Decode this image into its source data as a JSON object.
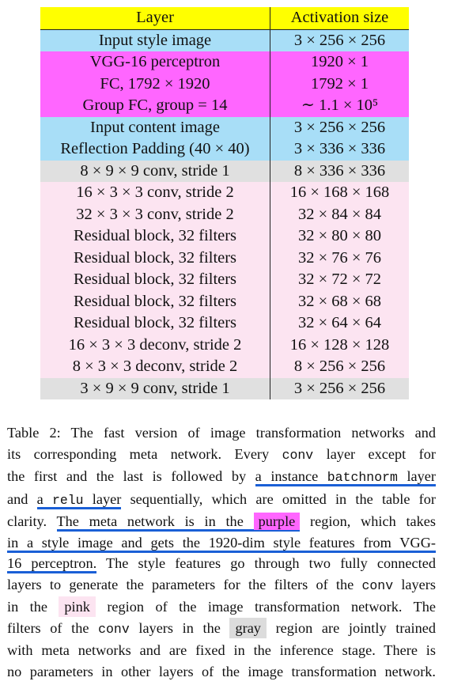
{
  "table": {
    "header": [
      "Layer",
      "Activation size"
    ],
    "rows": [
      {
        "layer": "Input style image",
        "size": "3 × 256 × 256",
        "region": "blue"
      },
      {
        "layer": "VGG-16 perceptron",
        "size": "1920 × 1",
        "region": "purple"
      },
      {
        "layer": "FC, 1792 × 1920",
        "size": "1792 × 1",
        "region": "purple"
      },
      {
        "layer": "Group FC, group = 14",
        "size": "∼ 1.1 × 10⁵",
        "region": "purple"
      },
      {
        "layer": "Input content image",
        "size": "3 × 256 × 256",
        "region": "blue"
      },
      {
        "layer": "Reflection Padding (40 × 40)",
        "size": "3 × 336 × 336",
        "region": "blue"
      },
      {
        "layer": "8 × 9 × 9 conv, stride 1",
        "size": "8 × 336 × 336",
        "region": "gray"
      },
      {
        "layer": "16 × 3 × 3 conv, stride 2",
        "size": "16 × 168 × 168",
        "region": "pink"
      },
      {
        "layer": "32 × 3 × 3 conv, stride 2",
        "size": "32 × 84 × 84",
        "region": "pink"
      },
      {
        "layer": "Residual block, 32 filters",
        "size": "32 × 80 × 80",
        "region": "pink"
      },
      {
        "layer": "Residual block, 32 filters",
        "size": "32 × 76 × 76",
        "region": "pink"
      },
      {
        "layer": "Residual block, 32 filters",
        "size": "32 × 72 × 72",
        "region": "pink"
      },
      {
        "layer": "Residual block, 32 filters",
        "size": "32 × 68 × 68",
        "region": "pink"
      },
      {
        "layer": "Residual block, 32 filters",
        "size": "32 × 64 × 64",
        "region": "pink"
      },
      {
        "layer": "16 × 3 × 3 deconv, stride 2",
        "size": "16 × 128 × 128",
        "region": "pink"
      },
      {
        "layer": "8 × 3 × 3 deconv, stride 2",
        "size": "8 × 256 × 256",
        "region": "pink"
      },
      {
        "layer": "3 × 9 × 9 conv, stride 1",
        "size": "3 × 256 × 256",
        "region": "gray"
      }
    ]
  },
  "caption": {
    "label": "Table 2:",
    "l1": "The fast version of image transformation networks and",
    "l2a": "its corresponding meta network.  Every",
    "conv": "conv",
    "l2b": "layer except for",
    "l3a": "the first and the last is followed by",
    "l3u": "a instance",
    "batchnorm": "batchnorm",
    "l3b": "layer",
    "l4a": "and",
    "l4u1": "a",
    "relu": "relu",
    "l4u2": "layer",
    "l4b": "sequentially, which are omitted in the table for",
    "l5a": "clarity.",
    "l5u1": "The meta network is in the",
    "purple": "purple",
    "l5b": "region, which takes",
    "l6u": "in a style image and gets the 1920-dim style features from VGG-",
    "l7u": "16 perceptron.",
    "l7b": "The style features go through two fully connected",
    "l8a": "layers to generate the parameters for the filters of the",
    "l8b": "layers",
    "l9a": "in the",
    "pink": "pink",
    "l9b": "region of the image transformation network.  The",
    "l10a": "filters of the",
    "l10b": "layers in the",
    "gray": "gray",
    "l10c": "region are jointly trained",
    "l11": "with meta networks and are fixed in the inference stage. There is",
    "l12": "no parameters in other layers of the image transformation network."
  },
  "colors": {
    "header": "#ffff00",
    "blue": "#a8def7",
    "purple": "#ff66ff",
    "gray": "#e0e0e0",
    "pink": "#fce4f1",
    "underline": "#1a5fd6"
  }
}
